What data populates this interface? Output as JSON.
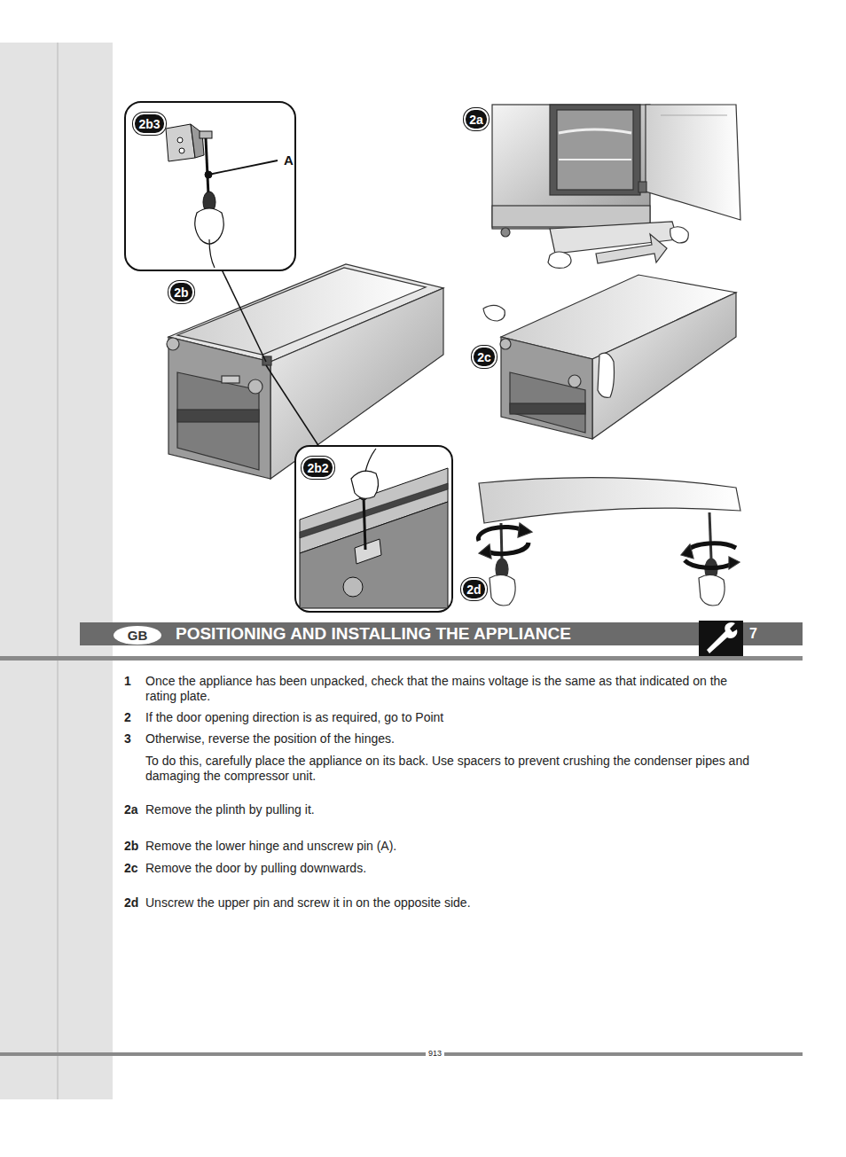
{
  "diagram": {
    "title": "POSITIONING AND INSTALLING THE APPLIANCE",
    "nodes": [
      {
        "text": [
          "2b3"
        ]
      },
      {
        "text": [
          "2a"
        ]
      },
      {
        "text": [
          "2b"
        ]
      },
      {
        "text": [
          "2c"
        ]
      },
      {
        "text": [
          "2b2"
        ]
      },
      {
        "text": [
          "2d"
        ]
      },
      {
        "text": [
          "GB"
        ]
      }
    ],
    "labels": [
      "A",
      "7",
      "1",
      "Once the appliance has been unpacked, check that the mains voltage is the same as that indicated on the rating plate.",
      "2",
      "If the door opening direction is as required, go to Point",
      "3",
      "Otherwise, reverse the position of the hinges.",
      "To do this, carefully place the appliance on its back. Use spacers to prevent crushing the condenser pipes and damaging the compressor unit.",
      "2a",
      "Remove the plinth by pulling it.",
      "2b",
      "Remove the lower hinge and unscrew pin (A).",
      "2c",
      "Remove the door by pulling downwards.",
      "2d",
      "Unscrew the upper pin and screw it in on the opposite side.",
      "913"
    ]
  }
}
